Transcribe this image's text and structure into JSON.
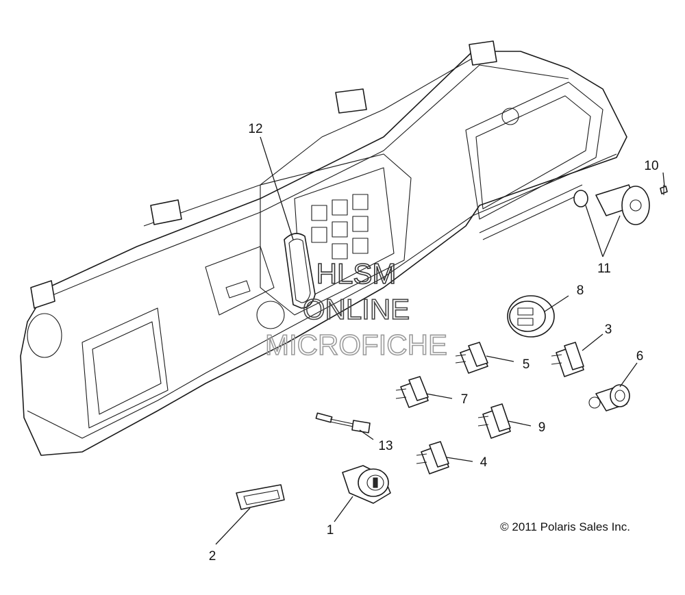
{
  "callouts": {
    "c1": "1",
    "c2": "2",
    "c3": "3",
    "c4": "4",
    "c5": "5",
    "c6": "6",
    "c7": "7",
    "c8": "8",
    "c9": "9",
    "c10": "10",
    "c11": "11",
    "c12": "12",
    "c13": "13"
  },
  "watermark": {
    "line1": "HLSM",
    "line2": "ONLINE",
    "line3": "MICROFICHE"
  },
  "copyright": "© 2011 Polaris Sales Inc.",
  "colors": {
    "line": "#1a1a1a",
    "watermark": "#555555",
    "background": "#ffffff"
  }
}
